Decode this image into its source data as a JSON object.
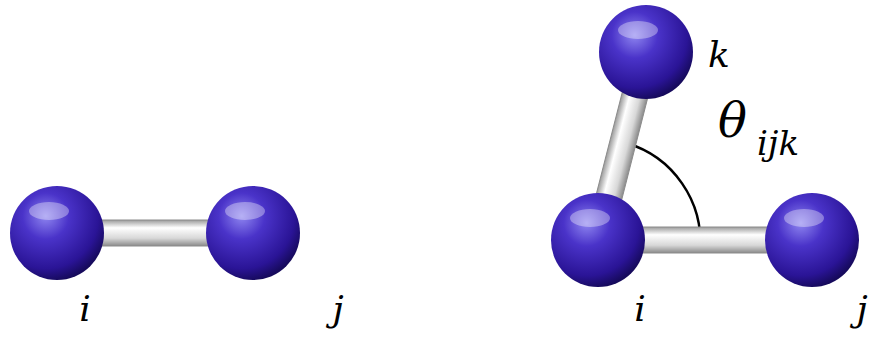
{
  "diagram": {
    "nodes": [
      {
        "text": [
          "i"
        ]
      },
      {
        "text": [
          "j"
        ]
      },
      {
        "text": [
          "k"
        ]
      },
      {
        "text": [
          "i"
        ]
      },
      {
        "text": [
          "j"
        ]
      }
    ],
    "edges": [
      {
        "from": 0,
        "to": 1,
        "arrow": "none"
      },
      {
        "from": 3,
        "to": 4,
        "arrow": "none"
      },
      {
        "from": 3,
        "to": 2,
        "arrow": "none"
      }
    ],
    "labels": [
      "θ",
      "ijk"
    ]
  }
}
